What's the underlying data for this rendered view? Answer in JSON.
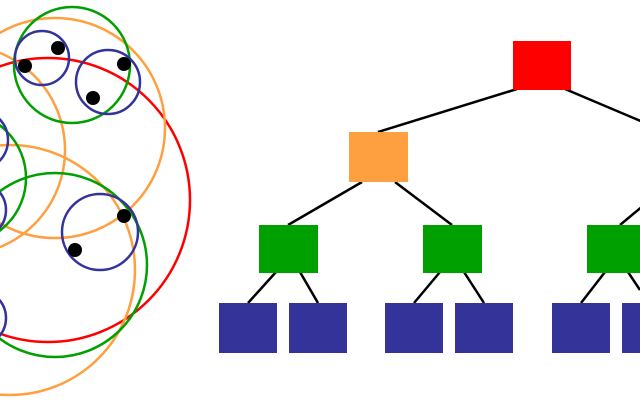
{
  "colors": {
    "level0": "#ff0000",
    "level1": "#ffa040",
    "level2": "#00a000",
    "level3": "#333399",
    "point": "#000000",
    "edge": "#000000",
    "background": "#ffffff"
  },
  "tree": {
    "root": "level0",
    "levels": [
      "level0",
      "level1",
      "level2",
      "level3"
    ],
    "visible_node_counts": {
      "level0": 1,
      "level1": 1,
      "level2": 3,
      "level3": 6
    }
  },
  "nested_sets": {
    "visible_circle_counts": {
      "level0": 1,
      "level1": 3,
      "level2": 3,
      "level3": 6
    },
    "visible_points": 6
  }
}
